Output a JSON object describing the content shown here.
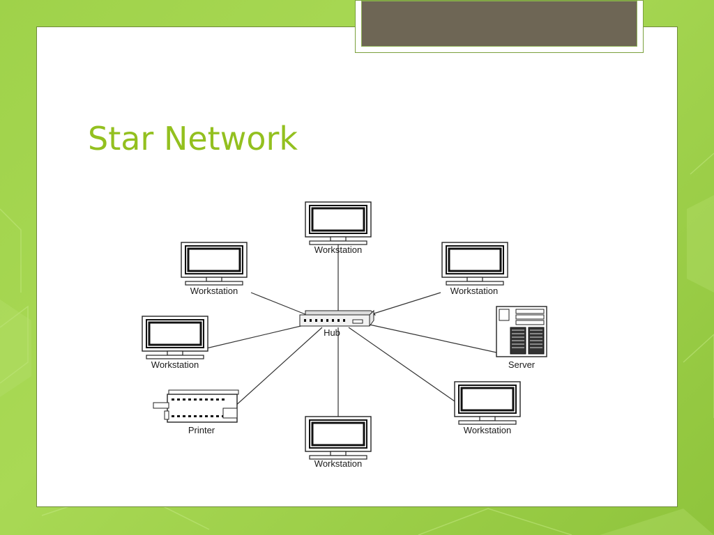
{
  "slide": {
    "title": "Star Network"
  },
  "diagram": {
    "hub": {
      "label": "Hub"
    },
    "nodes": [
      {
        "id": "workstation-top",
        "label": "Workstation",
        "icon": "monitor-icon"
      },
      {
        "id": "workstation-upper-left",
        "label": "Workstation",
        "icon": "monitor-icon"
      },
      {
        "id": "workstation-upper-right",
        "label": "Workstation",
        "icon": "monitor-icon"
      },
      {
        "id": "workstation-left",
        "label": "Workstation",
        "icon": "monitor-icon"
      },
      {
        "id": "server",
        "label": "Server",
        "icon": "server-tower-icon"
      },
      {
        "id": "printer",
        "label": "Printer",
        "icon": "printer-icon"
      },
      {
        "id": "workstation-bottom",
        "label": "Workstation",
        "icon": "monitor-icon"
      },
      {
        "id": "workstation-lower-right",
        "label": "Workstation",
        "icon": "monitor-icon"
      }
    ]
  },
  "colors": {
    "background": "#9fd24a",
    "title": "#93c01f",
    "tab": "#6e6655"
  }
}
